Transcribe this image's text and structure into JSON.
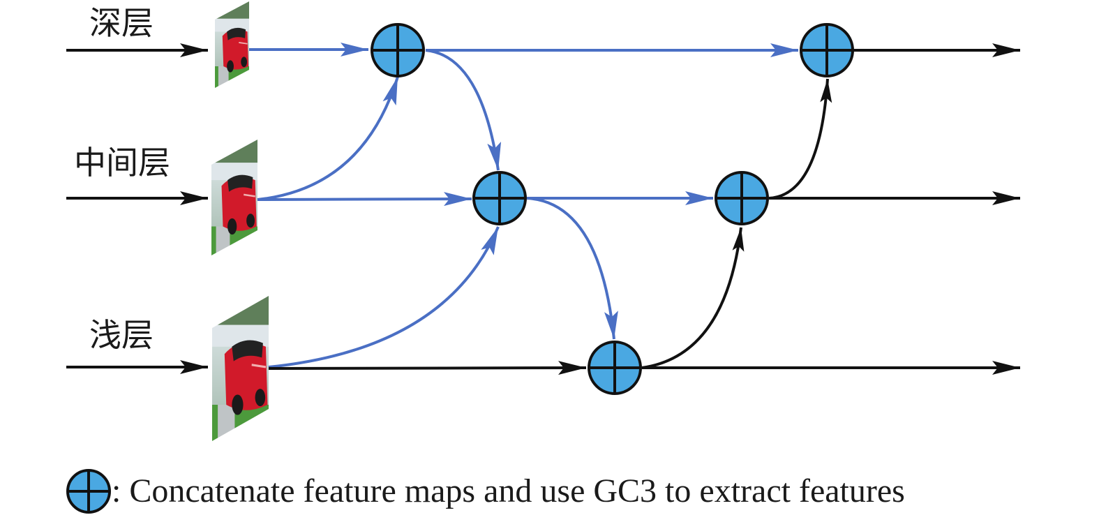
{
  "layers": {
    "deep": "深层",
    "middle": "中间层",
    "shallow": "浅层"
  },
  "legend": {
    "symbol": "circle-plus-icon",
    "text": ": Concatenate feature maps and use GC3 to extract features"
  },
  "colors": {
    "node_fill": "#4aa8e2",
    "node_stroke": "#111111",
    "blue_arrow": "#4a6fc4",
    "black_arrow": "#111111",
    "car_red": "#d11a2a",
    "grass": "#4c9a3c",
    "sky": "#dfe8ee"
  }
}
